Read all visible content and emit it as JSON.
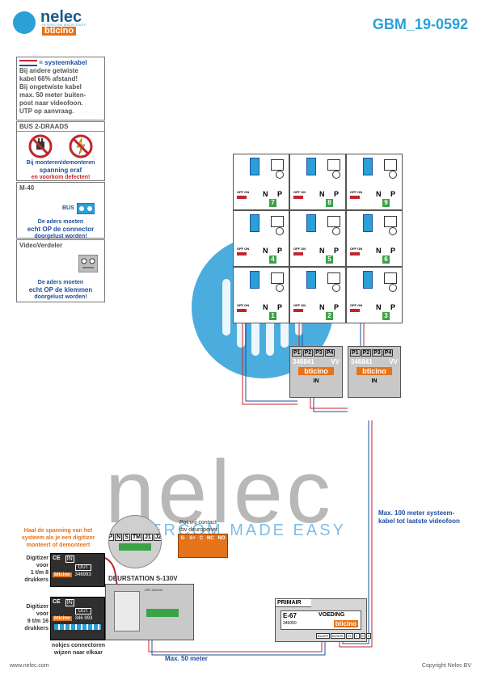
{
  "brand": {
    "name": "nelec",
    "tagline": "INTERCOM MADE EASY",
    "partner": "bticino"
  },
  "doc_code": "GBM_19-0592",
  "legend": {
    "cable_title": "= systeemkabel",
    "cable_lines": [
      "Bij andere getwiste",
      "kabel 66% afstand!",
      "Bij ongetwiste kabel",
      "max. 50 meter buiten-",
      "post naar videofoon.",
      "UTP op aanvraag."
    ],
    "bus_title": "BUS 2-DRAADS",
    "bus_warning": [
      "Bij monteren/demonteren",
      "spanning eraf",
      "en voorkom defecten!"
    ],
    "m40_title": "M-40",
    "m40_bus": "BUS",
    "m40_note": [
      "De aders moeten",
      "echt OP de connector",
      "doorgelust worden!"
    ],
    "vv_title": "VideoVerdeler",
    "vv_note": [
      "De aders moeten",
      "echt OP de klemmen",
      "doorgelust worden!"
    ]
  },
  "videophones": {
    "off_on": "OFF ON",
    "n_label": "N",
    "p_label": "P",
    "rows": [
      [
        "7",
        "8",
        "9"
      ],
      [
        "4",
        "5",
        "6"
      ],
      [
        "1",
        "2",
        "3"
      ]
    ]
  },
  "distributors": [
    {
      "code": "346841",
      "ports": [
        "P1",
        "P2",
        "P3",
        "P4"
      ],
      "vv": "VV",
      "in": "IN",
      "brand": "bticino"
    },
    {
      "code": "346841",
      "ports": [
        "P1",
        "P2",
        "P3",
        "P4"
      ],
      "vv": "VV",
      "in": "IN",
      "brand": "bticino"
    }
  ],
  "notes": {
    "max100": [
      "Max. 100 meter systeem-",
      "kabel tot laatste videofoon"
    ],
    "max50": "Max. 50 meter",
    "voltage": [
      "Haal de spanning van het",
      "systeem als je een digitizer",
      "monteert of demonteert"
    ],
    "relay": [
      "Pot.vrij contact",
      "tbv deuropener"
    ],
    "connectors": [
      "nokjes connectoren",
      "wijzen naar elkaar"
    ]
  },
  "relay_terminals": [
    "S-",
    "S+",
    "C",
    "NC",
    "NO"
  ],
  "zoom_terminals": [
    "P",
    "N",
    "S",
    "TM",
    "J1",
    "J2"
  ],
  "digitizers": [
    {
      "label": [
        "Digitizer",
        "voor",
        "1 t/m 8",
        "drukkers"
      ],
      "code": "346993",
      "in": "IN",
      "out": "OUT",
      "ce": "CE"
    },
    {
      "label": [
        "Digitizer",
        "voor",
        "9 t/m 16",
        "drukkers"
      ],
      "code": "346 993",
      "in": "IN",
      "out": "OUT",
      "ce": "CE"
    }
  ],
  "door_station": {
    "name": "DEURSTATION S-130V",
    "code": "ART.351000"
  },
  "power_supply": {
    "primair": "PRIMAIR",
    "model": "E-67",
    "voeding": "VOEDING",
    "code": "346050",
    "terminals": [
      "BUS/PI",
      "BUS/PL",
      "PL",
      "1",
      "2",
      "3"
    ]
  },
  "footer": {
    "website": "www.nelec.com",
    "copyright": "Copyright Nelec BV"
  },
  "colors": {
    "accent": "#2a9fd8",
    "cable_red": "#c0262d",
    "cable_blue": "#1d4fa0",
    "orange": "#e5731a",
    "green": "#3aa346",
    "grey_body": "#bdbdbd"
  }
}
